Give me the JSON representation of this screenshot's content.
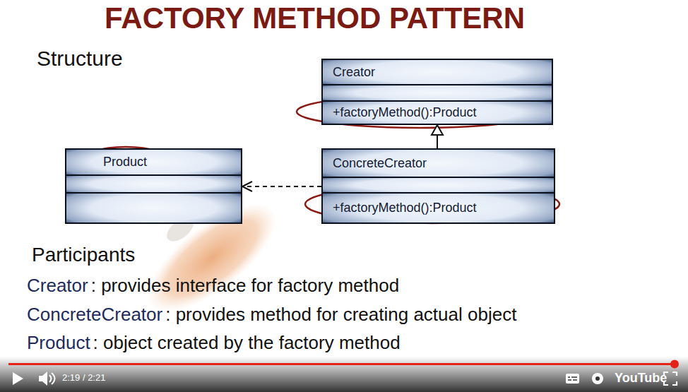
{
  "diagram": {
    "title": "FACTORY METHOD PATTERN",
    "nodes": [
      {
        "text": [
          "Creator",
          "+factoryMethod():Product"
        ]
      },
      {
        "text": [
          "Product"
        ]
      },
      {
        "text": [
          "ConcreteCreator",
          "+factoryMethod():Product"
        ]
      }
    ],
    "edges": [
      {
        "from": 2,
        "to": 0,
        "arrow": "to"
      },
      {
        "from": 2,
        "to": 1,
        "arrow": "to"
      }
    ],
    "labels": [
      "Structure",
      "Participants",
      "Creator",
      ": provides interface for factory method",
      "ConcreteCreator",
      ": provides method for creating actual object",
      "Product",
      ": object created by the factory method",
      "2:19 / 2:21",
      "YouTube"
    ]
  }
}
